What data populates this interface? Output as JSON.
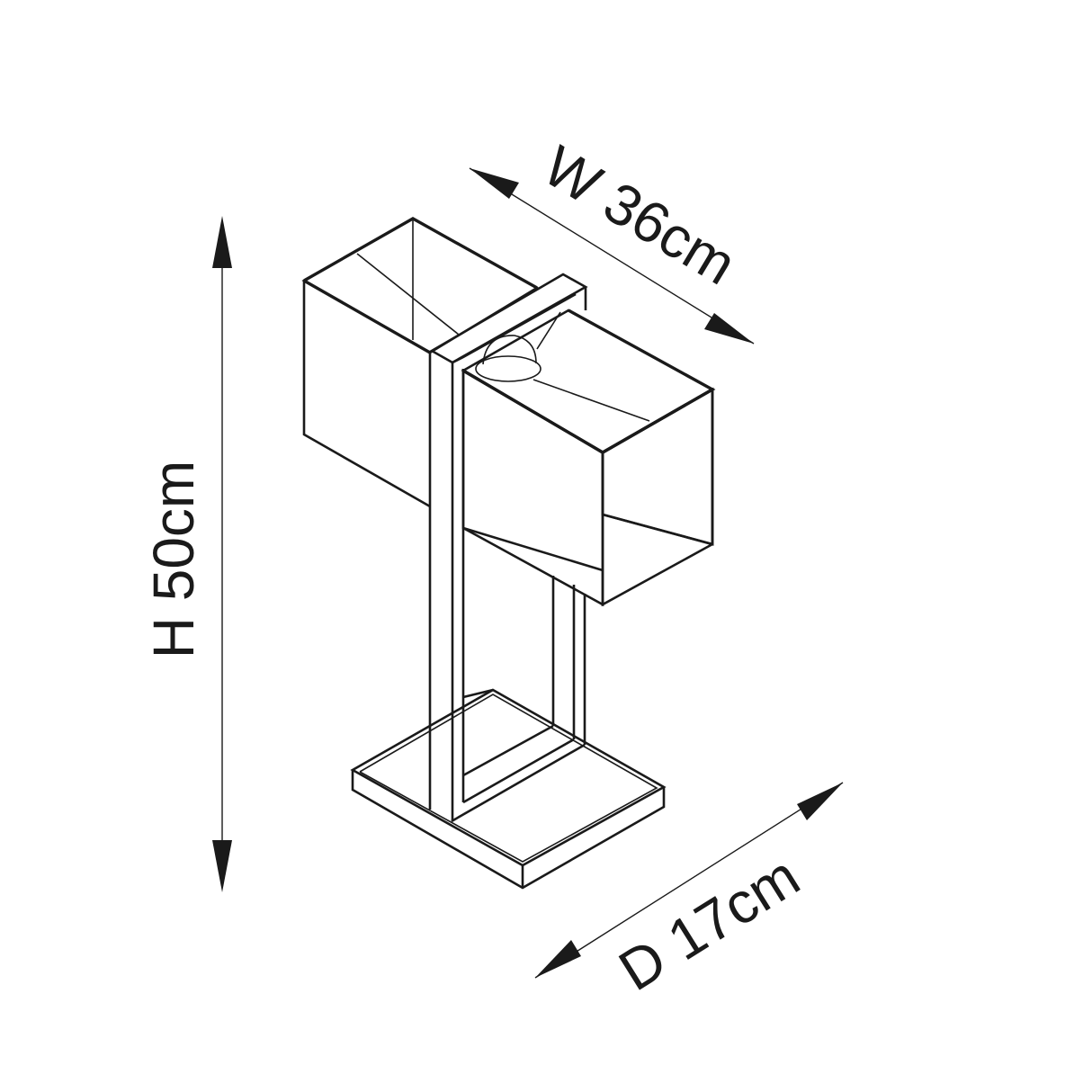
{
  "dimensions": {
    "width_label": "W 36cm",
    "height_label": "H 50cm",
    "depth_label": "D 17cm"
  },
  "colors": {
    "line": "#1a1a1a",
    "background": "#ffffff"
  }
}
